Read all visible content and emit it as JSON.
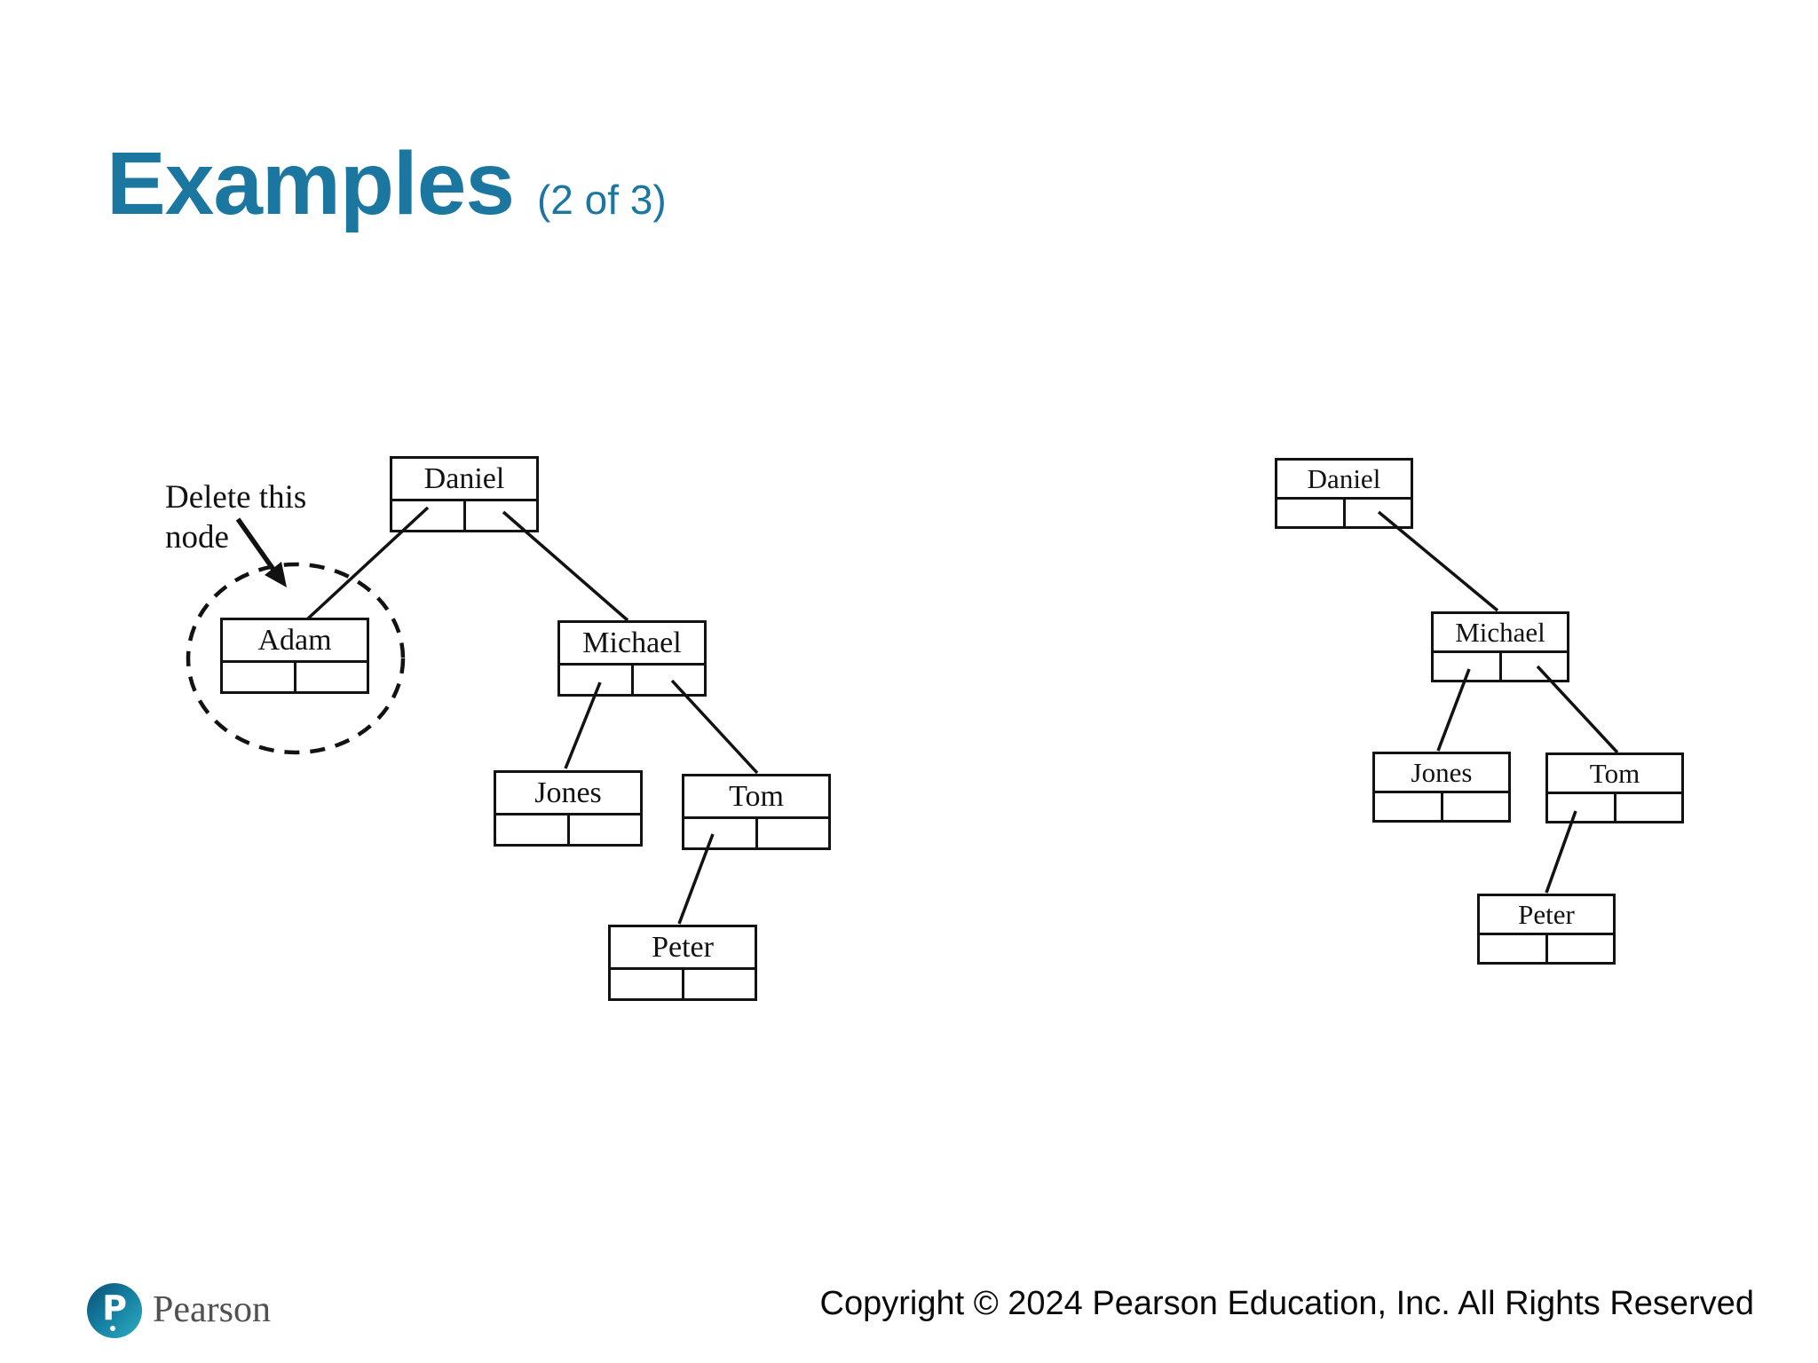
{
  "slide": {
    "title": "Examples",
    "title_suffix": "(2 of 3)",
    "accent_color": "#1B76A0",
    "stroke_color": "#121212",
    "background_color": "#FFFFFF"
  },
  "annotation": {
    "line1": "Delete this",
    "line2": "node"
  },
  "diagram": {
    "left_tree": {
      "nodes": {
        "daniel": "Daniel",
        "adam": "Adam",
        "michael": "Michael",
        "jones": "Jones",
        "tom": "Tom",
        "peter": "Peter"
      }
    },
    "right_tree": {
      "nodes": {
        "daniel": "Daniel",
        "michael": "Michael",
        "jones": "Jones",
        "tom": "Tom",
        "peter": "Peter"
      }
    }
  },
  "footer": {
    "logo_letter": "P",
    "logo_text": "Pearson",
    "copyright": "Copyright © 2024 Pearson Education, Inc. All Rights Reserved"
  }
}
